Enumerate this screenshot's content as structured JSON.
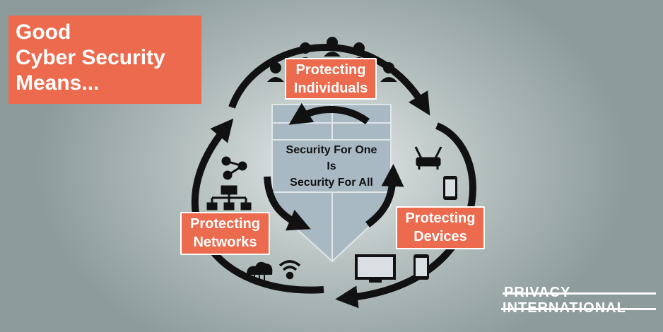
{
  "title": {
    "lines": [
      "Good",
      "Cyber Security",
      "Means..."
    ]
  },
  "labels": {
    "individuals": [
      "Protecting",
      "Individuals"
    ],
    "networks": [
      "Protecting",
      "Networks"
    ],
    "devices": [
      "Protecting",
      "Devices"
    ]
  },
  "center": [
    "Security For One",
    "Is",
    "Security For All"
  ],
  "brand": [
    "PRIVACY",
    "INTERNATIONAL"
  ],
  "colors": {
    "accent": "#ec6a4d",
    "ink": "#111111",
    "shield": "#a9b9c3"
  },
  "icons": [
    "people-icon",
    "router-icon",
    "phone-icon",
    "monitor-icon",
    "network-node-icon",
    "org-chart-icon",
    "cloud-icon",
    "wifi-icon"
  ]
}
